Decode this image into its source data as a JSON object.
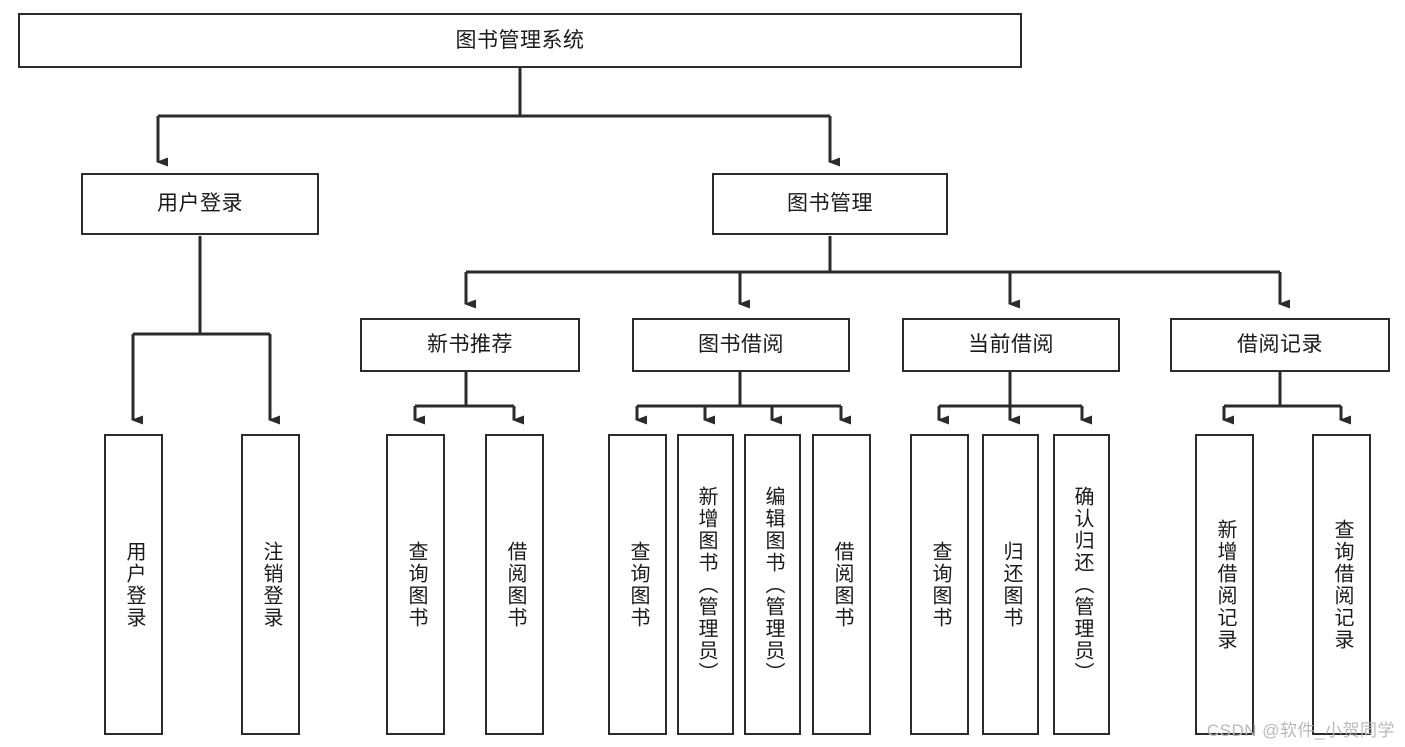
{
  "diagram": {
    "type": "tree-hierarchy",
    "title": "图书管理系统",
    "watermark": "CSDN @软件_小贺同学",
    "colors": {
      "box_border": "#2b2b2b",
      "box_fill": "#ffffff",
      "connector": "#2b2b2b",
      "text": "#1a1a1a",
      "watermark": "#b9b9b9"
    },
    "root": {
      "label": "图书管理系统"
    },
    "level2": [
      {
        "label": "用户登录"
      },
      {
        "label": "图书管理"
      }
    ],
    "level3": [
      {
        "label": "新书推荐"
      },
      {
        "label": "图书借阅"
      },
      {
        "label": "当前借阅"
      },
      {
        "label": "借阅记录"
      }
    ],
    "leaves": {
      "user_login": [
        {
          "label": "用户登录"
        },
        {
          "label": "注销登录"
        }
      ],
      "new_book": [
        {
          "label": "查询图书"
        },
        {
          "label": "借阅图书"
        }
      ],
      "book_borrow": [
        {
          "label": "查询图书"
        },
        {
          "label": "新增图书（管理员）"
        },
        {
          "label": "编辑图书（管理员）"
        },
        {
          "label": "借阅图书"
        }
      ],
      "current_borrow": [
        {
          "label": "查询图书"
        },
        {
          "label": "归还图书"
        },
        {
          "label": "确认归还（管理员）"
        }
      ],
      "borrow_record": [
        {
          "label": "新增借阅记录"
        },
        {
          "label": "查询借阅记录"
        }
      ]
    }
  }
}
